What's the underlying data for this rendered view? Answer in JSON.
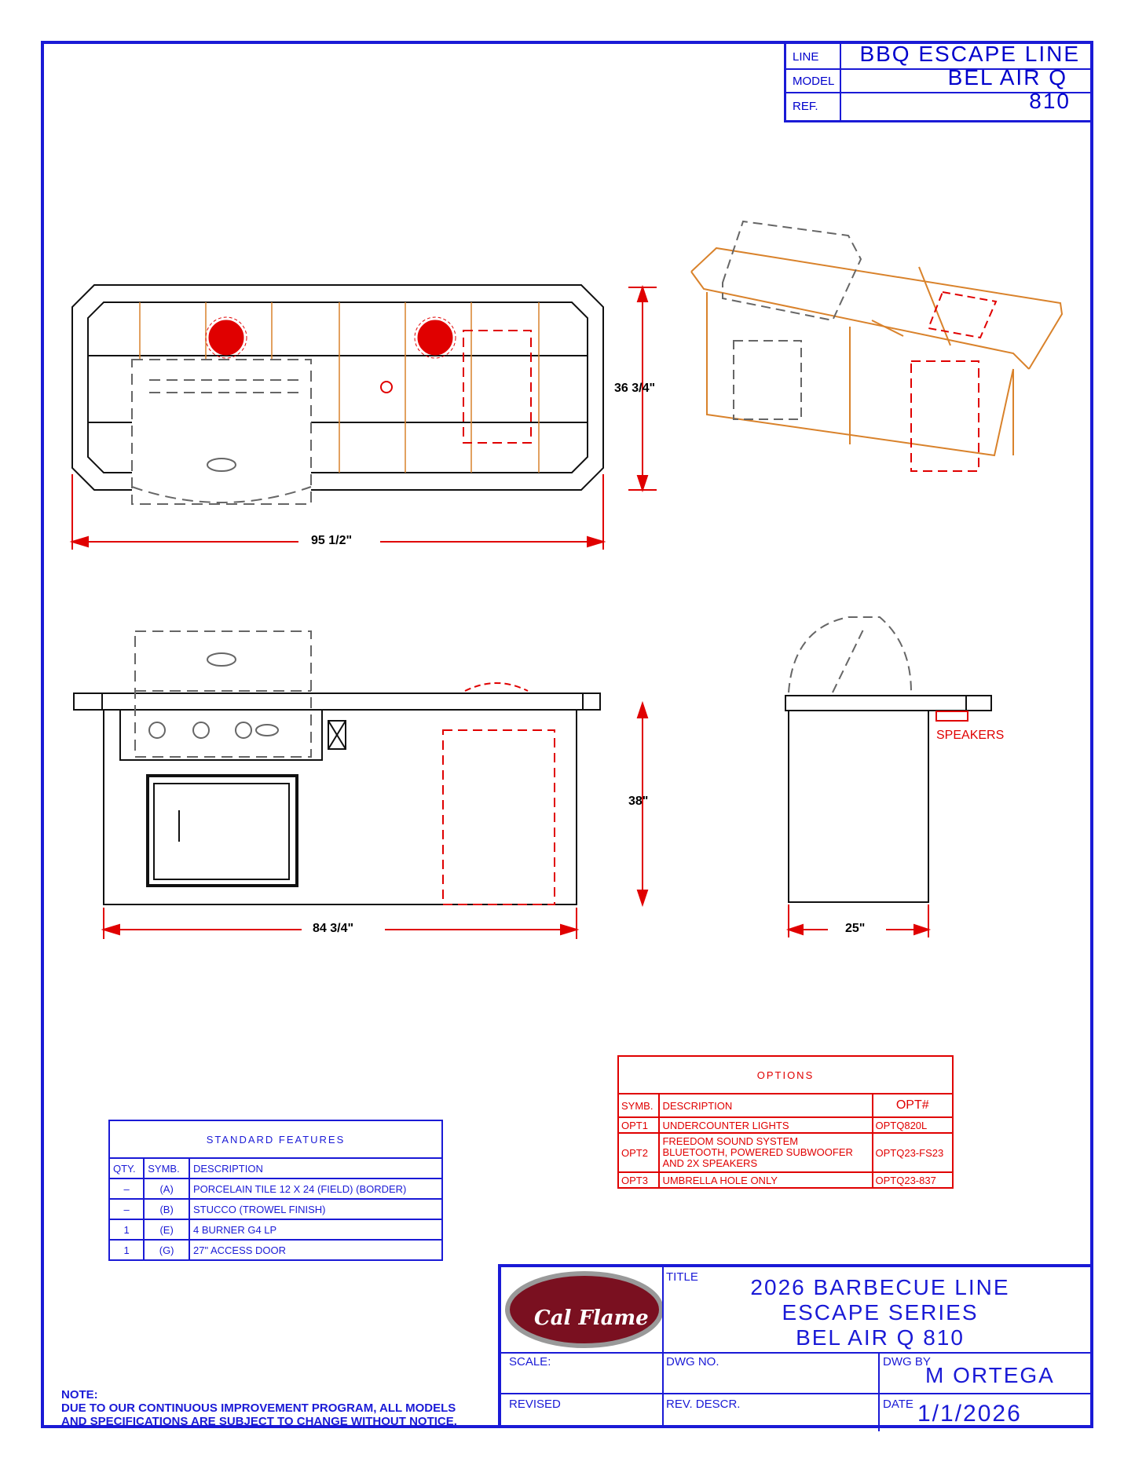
{
  "titleblock": {
    "line_label": "LINE",
    "line_value": "BBQ ESCAPE LINE",
    "model_label": "MODEL",
    "model_value": "BEL AIR Q",
    "ref_label": "REF.",
    "ref_value": "810"
  },
  "dimensions": {
    "top_depth": "36 3/4\"",
    "top_width": "95 1/2\"",
    "front_height": "38\"",
    "front_width": "84 3/4\"",
    "side_depth": "25\""
  },
  "labels": {
    "speakers": "SPEAKERS"
  },
  "standard_features": {
    "title": "STANDARD FEATURES",
    "headers": [
      "QTY.",
      "SYMB.",
      "DESCRIPTION"
    ],
    "rows": [
      {
        "qty": "–",
        "symb": "(A)",
        "desc": "PORCELAIN TILE 12 X 24 (FIELD) (BORDER)"
      },
      {
        "qty": "–",
        "symb": "(B)",
        "desc": "STUCCO (TROWEL FINISH)"
      },
      {
        "qty": "1",
        "symb": "(E)",
        "desc": "4 BURNER G4 LP"
      },
      {
        "qty": "1",
        "symb": "(G)",
        "desc": "27\" ACCESS DOOR"
      }
    ]
  },
  "options": {
    "title": "OPTIONS",
    "headers": [
      "SYMB.",
      "DESCRIPTION",
      "OPT#"
    ],
    "rows": [
      {
        "symb": "OPT1",
        "desc": "UNDERCOUNTER LIGHTS",
        "opt": "OPTQ820L"
      },
      {
        "symb": "OPT2",
        "desc1": "FREEDOM SOUND SYSTEM",
        "desc2": "BLUETOOTH, POWERED SUBWOOFER",
        "desc3": "AND 2X SPEAKERS",
        "opt": "OPTQ23-FS23"
      },
      {
        "symb": "OPT3",
        "desc": "UMBRELLA HOLE ONLY",
        "opt": "OPTQ23-837"
      }
    ]
  },
  "bottom": {
    "logo_text": "Cal Flame",
    "title_label": "TITLE",
    "title_line1": "2026 BARBECUE LINE",
    "title_line2": "ESCAPE SERIES",
    "title_line3": "BEL AIR Q 810",
    "scale_label": "SCALE:",
    "dwg_no_label": "DWG NO.",
    "dwg_by_label": "DWG BY",
    "dwg_by_value": "M ORTEGA",
    "revised_label": "REVISED",
    "rev_descr_label": "REV. DESCR.",
    "date_label": "DATE",
    "date_value": "1/1/2026"
  },
  "note": {
    "line1": "NOTE:",
    "line2": "DUE TO OUR CONTINUOUS IMPROVEMENT PROGRAM, ALL MODELS",
    "line3": "AND SPECIFICATIONS ARE SUBJECT TO CHANGE WITHOUT NOTICE."
  },
  "colors": {
    "frame": "#1a1ad6",
    "option": "#e00000",
    "tile": "#d9822b",
    "logo": "#7a1020"
  }
}
